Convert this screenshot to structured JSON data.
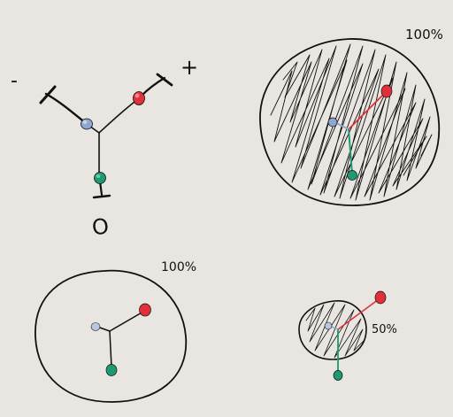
{
  "labels": {
    "minus": "-",
    "plus": "+",
    "zero": "O",
    "top_right_percent": "100%",
    "bottom_left_percent": "100%",
    "bottom_right_percent": "50%"
  },
  "colors": {
    "ink": "#111111",
    "background": "#e9e6e1",
    "red_knob": "#e0303a",
    "red_knob_highlight": "#f28a8f",
    "blue_knob": "#8fa6cf",
    "blue_knob_highlight": "#c8d4ea",
    "green_knob": "#1e9a73",
    "green_knob_highlight": "#6cc9a8",
    "red_line": "#e0303a",
    "blue_line": "#8fa6cf",
    "green_line": "#1e9a73"
  }
}
